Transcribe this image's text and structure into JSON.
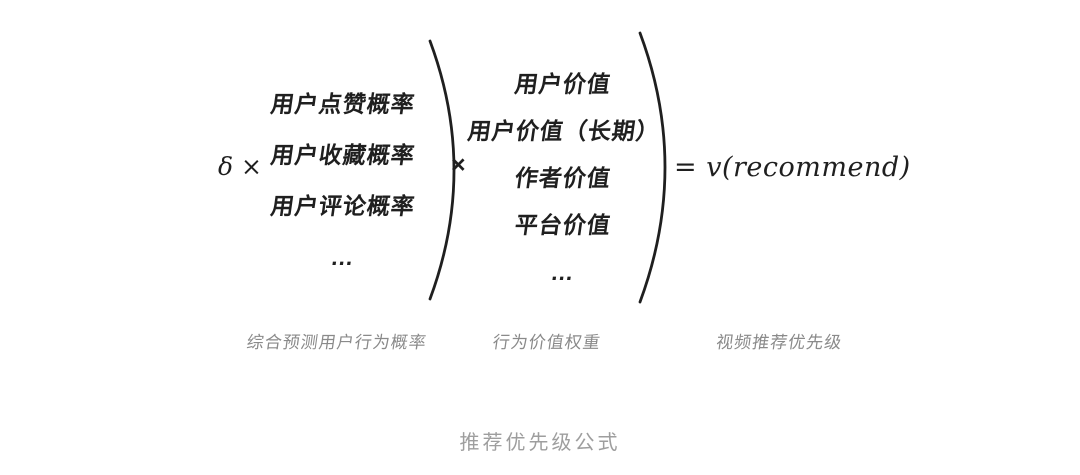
{
  "formula": {
    "delta": "δ ×",
    "multiply": "×",
    "left_column": {
      "items": [
        "用户点赞概率",
        "用户收藏概率",
        "用户评论概率",
        "…"
      ],
      "label": "综合预测用户行为概率"
    },
    "right_column": {
      "items": [
        "用户价值",
        "用户价值（长期）",
        "作者价值",
        "平台价值",
        "…"
      ],
      "label": "行为价值权重"
    },
    "result": "= v(recommend)",
    "result_label": "视频推荐优先级"
  },
  "caption": "推荐优先级公式",
  "colors": {
    "formula_text": "#1f1f1f",
    "label_text": "#8a8a8a",
    "caption_text": "#9e9e9e",
    "background": "#ffffff"
  }
}
